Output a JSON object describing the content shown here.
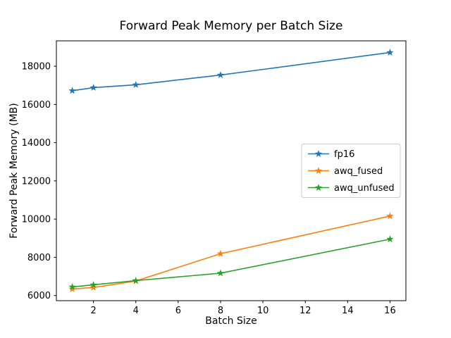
{
  "chart_data": {
    "type": "line",
    "title": "Forward Peak Memory per Batch Size",
    "xlabel": "Batch Size",
    "ylabel": "Forward Peak Memory (MB)",
    "x": [
      1,
      2,
      4,
      8,
      16
    ],
    "series": [
      {
        "name": "fp16",
        "color": "#1f77b4",
        "values": [
          16720,
          16880,
          17030,
          17540,
          18720
        ]
      },
      {
        "name": "awq_fused",
        "color": "#ff7f0e",
        "values": [
          6340,
          6420,
          6760,
          8190,
          10160
        ]
      },
      {
        "name": "awq_unfused",
        "color": "#2ca02c",
        "values": [
          6450,
          6560,
          6780,
          7170,
          8950
        ]
      }
    ],
    "xticks": [
      2,
      4,
      6,
      8,
      10,
      12,
      14,
      16
    ],
    "yticks": [
      6000,
      8000,
      10000,
      12000,
      14000,
      16000,
      18000
    ],
    "xlim": [
      0.25,
      16.75
    ],
    "ylim": [
      5730,
      19330
    ],
    "legend_position": "center right",
    "legend_entries": [
      "fp16",
      "awq_fused",
      "awq_unfused"
    ],
    "grid": false,
    "marker": "star",
    "background": "#ffffff",
    "axis_color": "#000000",
    "legend_border_color": "#cccccc"
  }
}
